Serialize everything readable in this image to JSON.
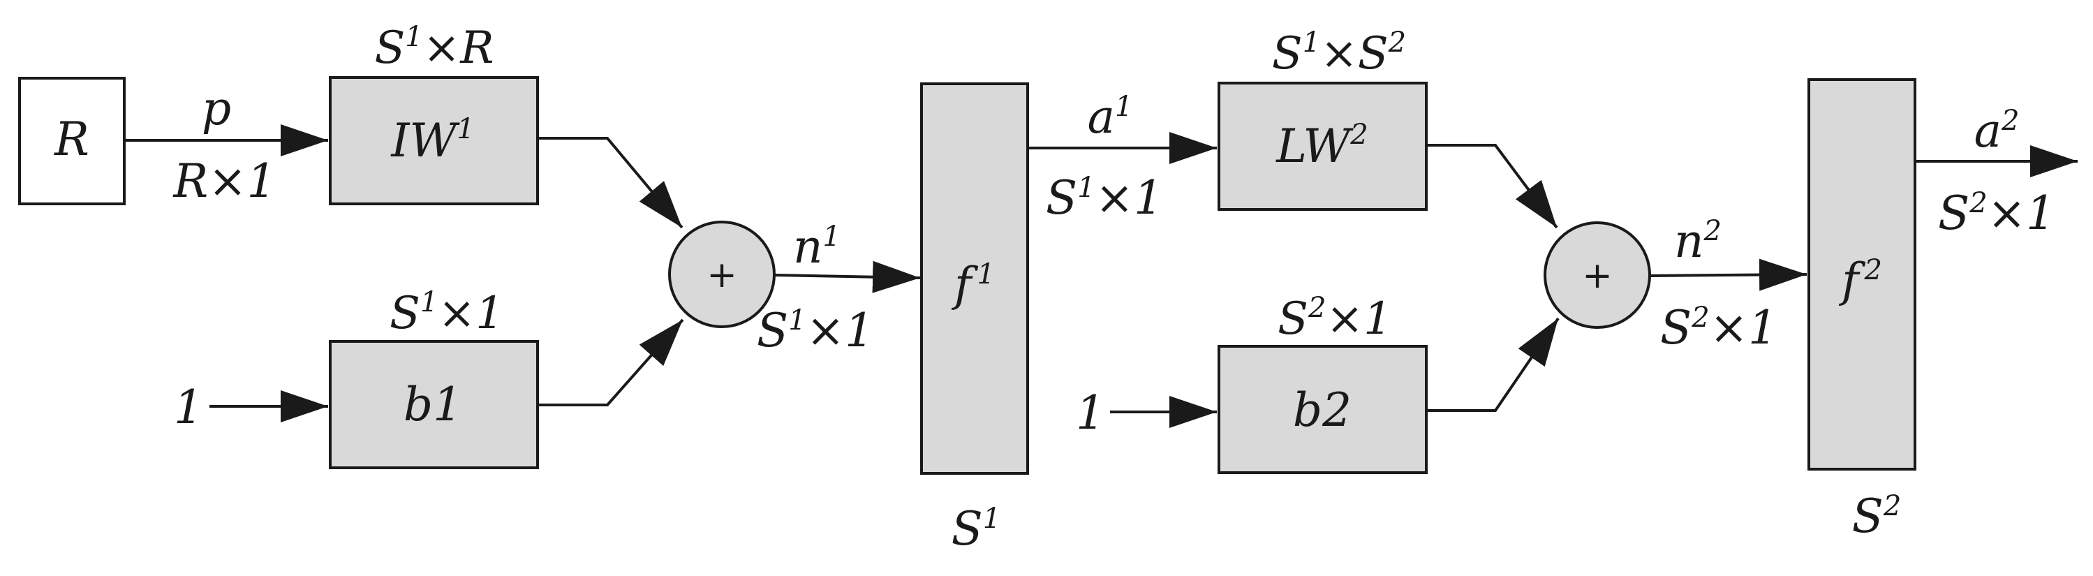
{
  "input_block": {
    "label": "R"
  },
  "layer1": {
    "input_signal": {
      "name": "p",
      "size": "R×1"
    },
    "weight": {
      "name": "IW",
      "sup": "1",
      "dim_base": "S",
      "dim_sup": "1",
      "dim_rest": "×R"
    },
    "bias_input": "1",
    "bias": {
      "name": "b1",
      "dim_base": "S",
      "dim_sup": "1",
      "dim_rest": "×1"
    },
    "sum_symbol": "+",
    "net": {
      "name": "n",
      "sup": "1",
      "size_base": "S",
      "size_sup": "1",
      "size_rest": "×1"
    },
    "transfer": {
      "name": "f",
      "sup": "1"
    },
    "neurons": {
      "base": "S",
      "sup": "1"
    },
    "output": {
      "name": "a",
      "sup": "1",
      "size_base": "S",
      "size_sup": "1",
      "size_rest": "×1"
    }
  },
  "layer2": {
    "weight": {
      "name": "LW",
      "sup": "2",
      "dim_base": "S",
      "dim_sup1": "1",
      "dim_mid": "×S",
      "dim_sup2": "2"
    },
    "bias_input": "1",
    "bias": {
      "name": "b2",
      "dim_base": "S",
      "dim_sup": "2",
      "dim_rest": "×1"
    },
    "sum_symbol": "+",
    "net": {
      "name": "n",
      "sup": "2",
      "size_base": "S",
      "size_sup": "2",
      "size_rest": "×1"
    },
    "transfer": {
      "name": "f",
      "sup": "2"
    },
    "neurons": {
      "base": "S",
      "sup": "2"
    },
    "output": {
      "name": "a",
      "sup": "2",
      "size_base": "S",
      "size_sup": "2",
      "size_rest": "×1"
    }
  }
}
